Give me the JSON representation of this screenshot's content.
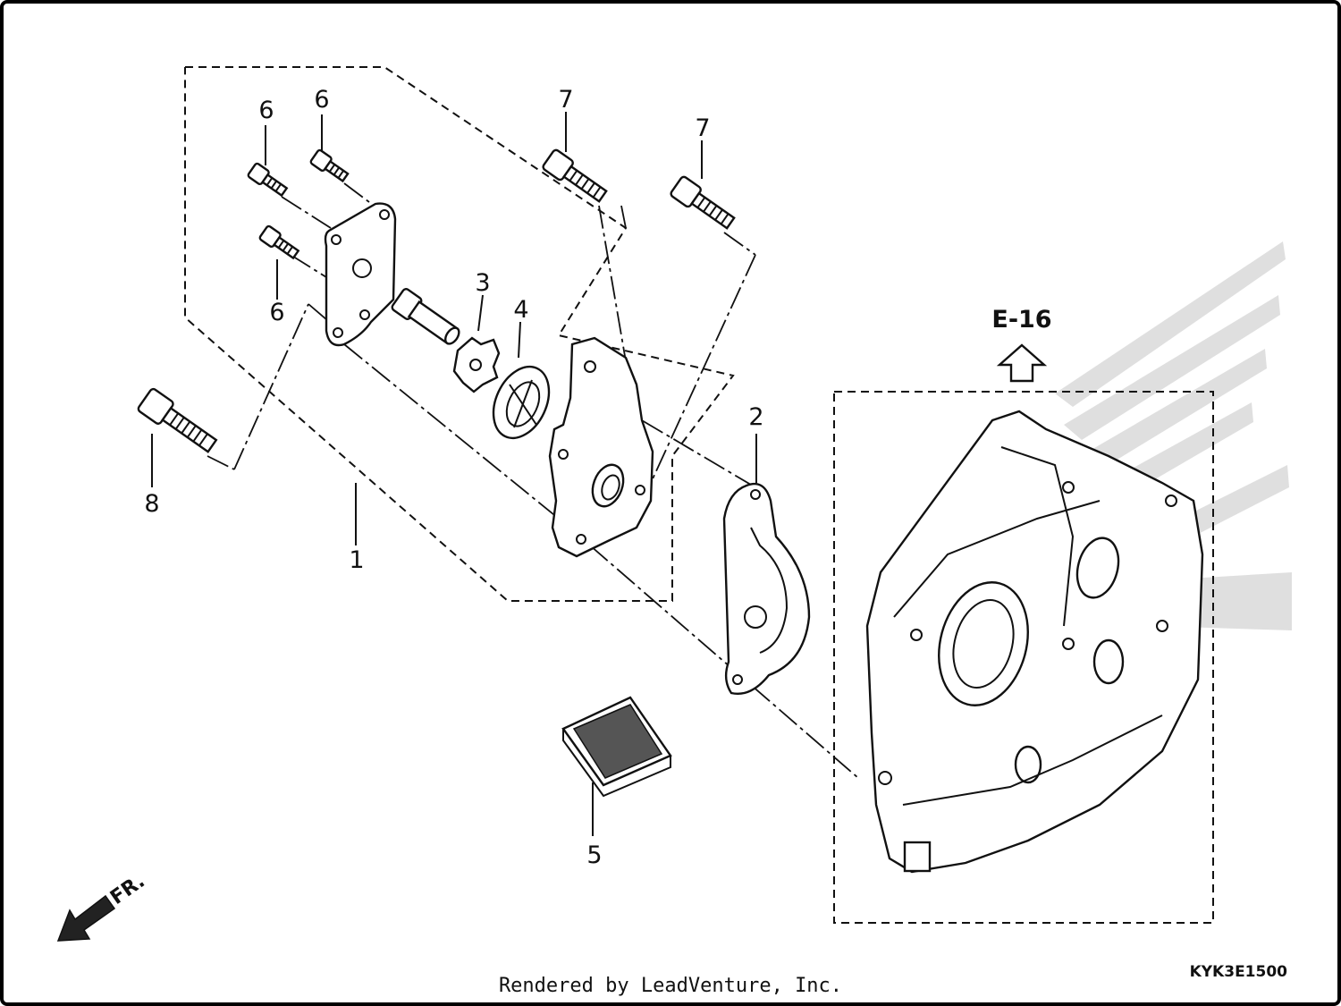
{
  "callouts": {
    "c1": "1",
    "c2": "2",
    "c3": "3",
    "c4": "4",
    "c5": "5",
    "c6a": "6",
    "c6b": "6",
    "c6c": "6",
    "c7a": "7",
    "c7b": "7",
    "c8": "8"
  },
  "reference_code": "E-16",
  "front_marker": "FR.",
  "drawing_id": "KYK3E1500",
  "footer": "Rendered by LeadVenture, Inc.",
  "colors": {
    "line": "#111111",
    "watermark": "#d9d9d9",
    "background": "#ffffff"
  },
  "icons": [
    "up-arrow-icon",
    "front-arrow-icon",
    "honda-wing-watermark"
  ]
}
